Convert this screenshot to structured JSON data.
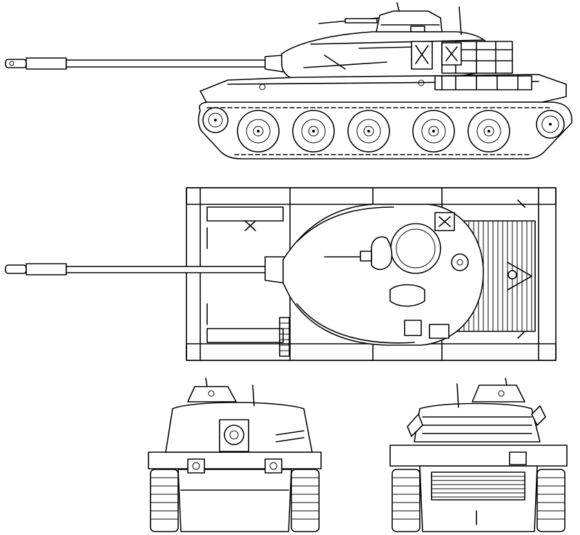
{
  "drawing": {
    "views": [
      {
        "id": "side"
      },
      {
        "id": "top"
      },
      {
        "id": "front"
      },
      {
        "id": "rear"
      }
    ],
    "road_wheel_count": 5,
    "line_color": "#000000",
    "background": "#ffffff"
  }
}
